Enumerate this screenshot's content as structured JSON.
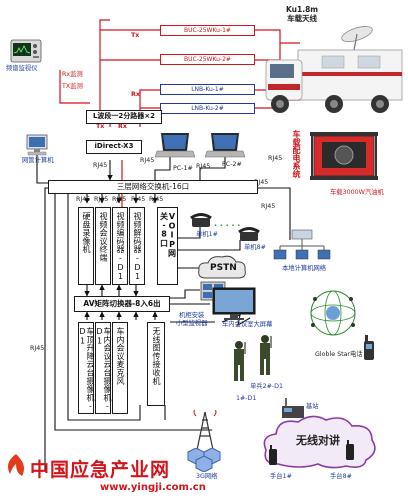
{
  "rf": {
    "buc1": "BUC-25WKu-1#",
    "buc2": "BUC-25WKu-2#",
    "lnb1": "LNB-Ku-1#",
    "lnb2": "LNB-Ku-2#",
    "tx": "Tx",
    "rx": "Rx",
    "antenna": "Ku1.8m\n车载天线",
    "spectrum": "频谱监视仪",
    "rx_monitor": "Rx监测",
    "tx_monitor": "TX监测",
    "splitter": "L波段一2分路器×2",
    "idirect": "iDirect-X3"
  },
  "network": {
    "rj45": "RJ45",
    "switch": "三层网络交换机-16口",
    "nms": "网管计算机",
    "pc1": "PC-1#",
    "pc2": "PC-2#",
    "lan": "本地计算机网络"
  },
  "modules": {
    "dvr": "硬盘录像机",
    "vc_terminal": "视频会议终端",
    "encoder": "视频编码器-D1",
    "decoder": "视频解码器-D1",
    "voip": "VOIP网关-8口",
    "pstn": "PSTN",
    "phone1": "单机1#",
    "phone8": "单机8#",
    "av_matrix": "AV矩阵切换器-8入6出",
    "monitors": "机柜安装\n小型监视器",
    "big_screen": "车内会议室大屏幕",
    "cam_lift": "车顶升降云台摄像机-D1",
    "cam_ptz": "车内会议云台摄像机-D1",
    "mic": "车内会议麦克风",
    "wireless": "无线图传接收机"
  },
  "field": {
    "power_system": "车载配电系统",
    "generator": "车载3000W汽油机",
    "globalstar": "Globle Star电话",
    "soldier1": "单兵2#-D1",
    "soldier2": "1#-D1",
    "base_station": "基站",
    "walkie": "无线对讲",
    "hand1": "手台1#",
    "hand8": "手台8#",
    "g3": "3G网络"
  },
  "watermark": {
    "title": "中国应急产业网",
    "url": "www.yingji.com.cn"
  }
}
